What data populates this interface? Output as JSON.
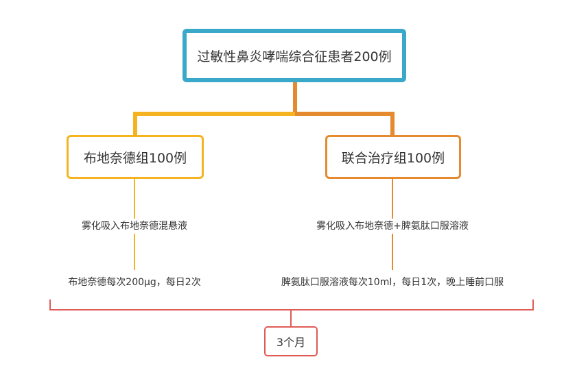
{
  "diagram": {
    "root": {
      "label": "过敏性鼻炎哮喘综合征患者200例"
    },
    "groups": [
      {
        "label": "布地奈德组100例",
        "treatment": "雾化吸入布地奈德混悬液",
        "dosage": "布地奈德每次200μg，每日2次"
      },
      {
        "label": "联合治疗组100例",
        "treatment": "雾化吸入布地奈德+脾氨肽口服溶液",
        "dosage": "脾氨肽口服溶液每次10ml，每日1次，晚上睡前口服"
      }
    ],
    "duration": {
      "label": "3个月"
    }
  },
  "colors": {
    "root_border": "#3aa9c9",
    "left_branch": "#f5b320",
    "right_branch": "#e58a2e",
    "bracket": "#e05a55",
    "text": "#333333"
  }
}
